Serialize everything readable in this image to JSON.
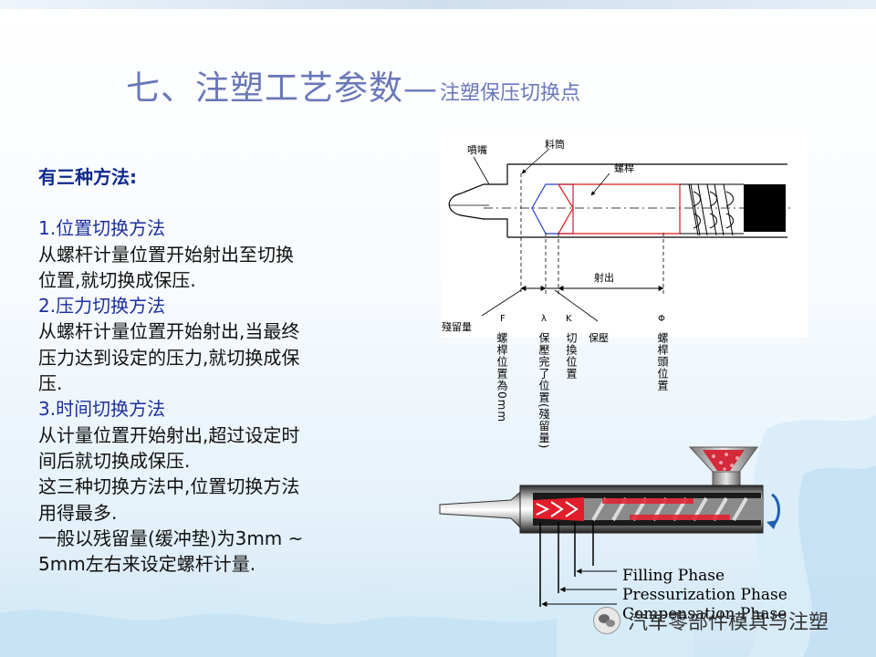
{
  "title": {
    "main": "七、注塑工艺参数—",
    "sub": "注塑保压切换点"
  },
  "content": {
    "heading": "有三种方法:",
    "lines": [
      {
        "text": "1.位置切换方法",
        "type": "method"
      },
      {
        "text": "从螺杆计量位置开始射出至切换",
        "type": "body"
      },
      {
        "text": "位置,就切换成保压.",
        "type": "body"
      },
      {
        "text": "2.压力切换方法",
        "type": "method"
      },
      {
        "text": "从螺杆计量位置开始射出,当最终",
        "type": "body"
      },
      {
        "text": "压力达到设定的压力,就切换成保",
        "type": "body"
      },
      {
        "text": "压.",
        "type": "body"
      },
      {
        "text": "3.时间切换方法",
        "type": "method"
      },
      {
        "text": "从计量位置开始射出,超过设定时",
        "type": "body"
      },
      {
        "text": "间后就切换成保压.",
        "type": "body"
      },
      {
        "text": "这三种切换方法中,位置切换方法",
        "type": "body"
      },
      {
        "text": "用得最多.",
        "type": "body"
      },
      {
        "text": "一般以残留量(缓冲垫)为3mm ~",
        "type": "body"
      },
      {
        "text": "5mm左右来设定螺杆计量.",
        "type": "body"
      }
    ]
  },
  "diagram": {
    "labels": {
      "nozzle": "噴嘴",
      "barrel": "料筒",
      "screw": "螺桿",
      "injection": "射出",
      "residual": "殘留量",
      "zero_pos": "螺桿位置為0mm",
      "hold_end": "保壓完了位置(殘留量)",
      "switch_pos": "切換位置",
      "hold": "保壓",
      "screw_head": "螺桿頭位置"
    },
    "markers": {
      "zero": "F",
      "hold_end": "λ",
      "switch": "K",
      "head": "Φ"
    },
    "phases": [
      "Filling Phase",
      "Pressurization Phase",
      "Compensation Phase"
    ]
  },
  "watermark": {
    "text": "汽车零部件模具与注塑",
    "icon": "wechat-icon"
  },
  "colors": {
    "title": "#6a78b8",
    "heading": "#0f2a8c",
    "method": "#1c2fa0",
    "accent_red": "#e01818"
  }
}
